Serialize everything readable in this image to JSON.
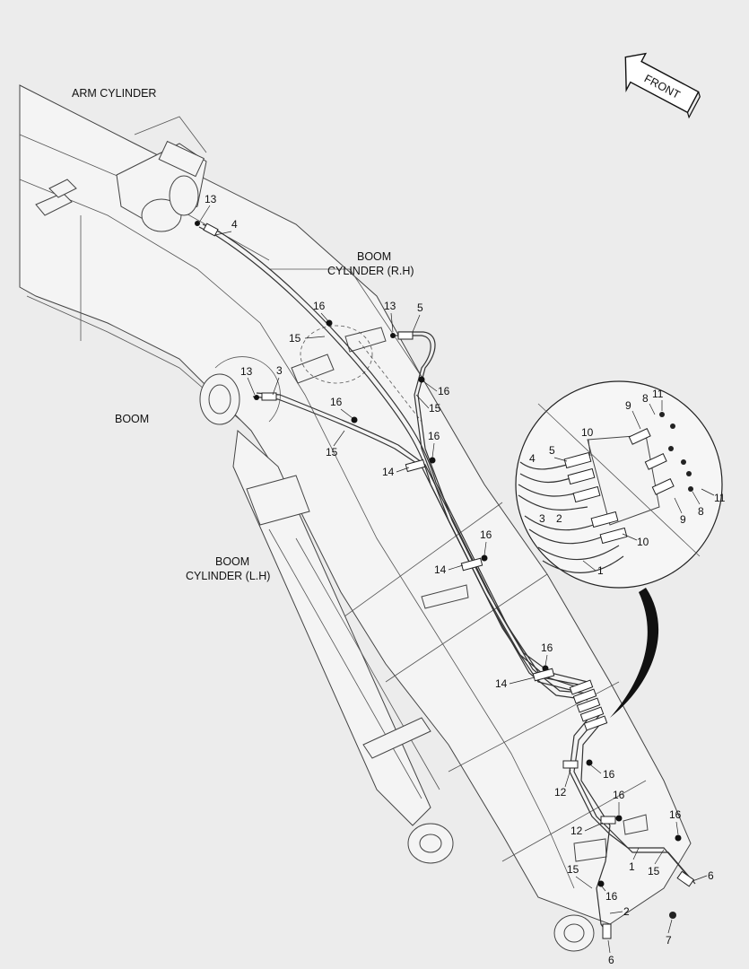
{
  "labels": {
    "arm_cylinder": "ARM CYLINDER",
    "boom_cyl_rh_1": "BOOM",
    "boom_cyl_rh_2": "CYLINDER (R.H)",
    "boom": "BOOM",
    "boom_cyl_lh_1": "BOOM",
    "boom_cyl_lh_2": "CYLINDER (L.H)",
    "front": "FRONT"
  },
  "part_numbers": {
    "n1": "1",
    "n2": "2",
    "n3": "3",
    "n4": "4",
    "n5": "5",
    "n6": "6",
    "n7": "7",
    "n8": "8",
    "n9": "9",
    "n10": "10",
    "n11": "11",
    "n12": "12",
    "n13": "13",
    "n14": "14",
    "n15": "15",
    "n16": "16"
  }
}
